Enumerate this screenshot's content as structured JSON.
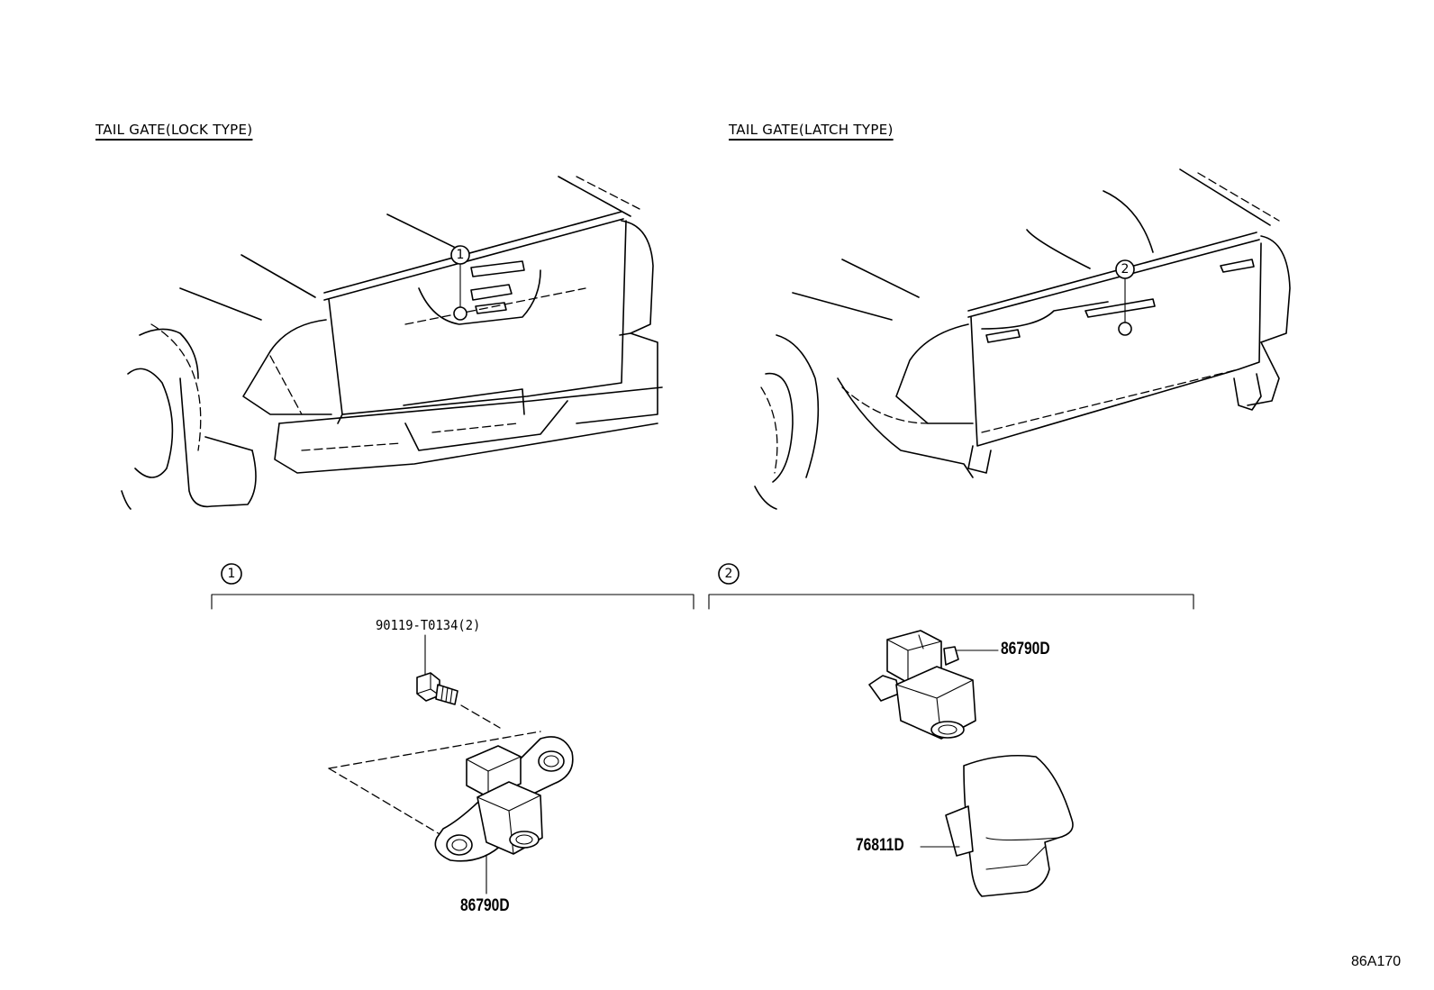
{
  "sections": {
    "lock_type": {
      "title": "TAIL GATE(LOCK TYPE)",
      "callout": "1"
    },
    "latch_type": {
      "title": "TAIL GATE(LATCH TYPE)",
      "callout": "2"
    }
  },
  "groups": {
    "group1": {
      "callout": "1"
    },
    "group2": {
      "callout": "2"
    }
  },
  "parts": {
    "bolt": {
      "number": "90119-T0134(2)",
      "icon": "bolt-icon"
    },
    "camera_lock": {
      "number": "86790D",
      "icon": "rear-camera-icon"
    },
    "camera_latch": {
      "number": "86790D",
      "icon": "rear-camera-icon"
    },
    "camera_cover": {
      "number": "76811D",
      "icon": "camera-cover-icon"
    }
  },
  "diagram_id": "86A170"
}
